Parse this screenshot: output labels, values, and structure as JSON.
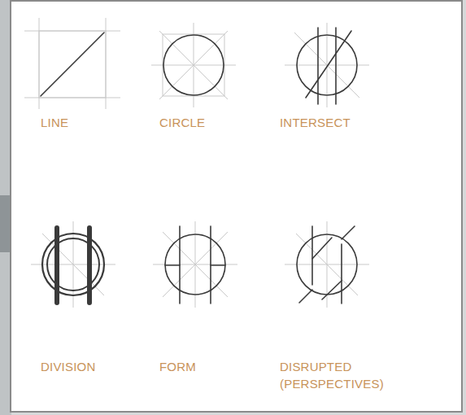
{
  "diagram": {
    "labels": [
      "LINE",
      "CIRCLE",
      "INTERSECT",
      "DIVISION",
      "FORM",
      "DISRUPTED (PERSPECTIVES)"
    ]
  }
}
